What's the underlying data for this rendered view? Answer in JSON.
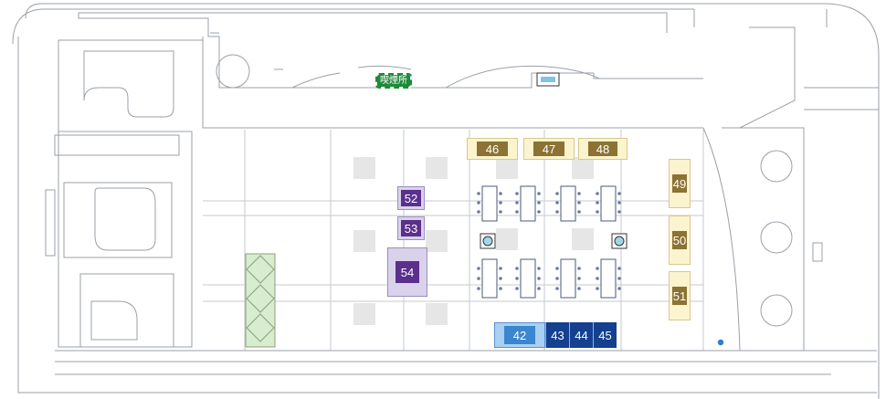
{
  "map": {
    "smoking_area_label": "喫煙所",
    "colors": {
      "gold_fill": "#8c7233",
      "gold_bg": "#fbf4cf",
      "purple_fill": "#5b2f8c",
      "purple_bg": "#d9d2ea",
      "blue_dark": "#14408f",
      "blue_light": "#3a86cf",
      "smoking_green": "#1e8a3a",
      "structure_line": "#9aa0a8",
      "pillar_gray": "#e6e6e6",
      "green_area": "#d8eccf"
    },
    "booths": [
      {
        "id": "46",
        "group": "gold"
      },
      {
        "id": "47",
        "group": "gold"
      },
      {
        "id": "48",
        "group": "gold"
      },
      {
        "id": "49",
        "group": "gold"
      },
      {
        "id": "50",
        "group": "gold"
      },
      {
        "id": "51",
        "group": "gold"
      },
      {
        "id": "52",
        "group": "purple"
      },
      {
        "id": "53",
        "group": "purple"
      },
      {
        "id": "54",
        "group": "purple"
      },
      {
        "id": "42",
        "group": "blue-light"
      },
      {
        "id": "43",
        "group": "blue"
      },
      {
        "id": "44",
        "group": "blue"
      },
      {
        "id": "45",
        "group": "blue"
      }
    ]
  }
}
